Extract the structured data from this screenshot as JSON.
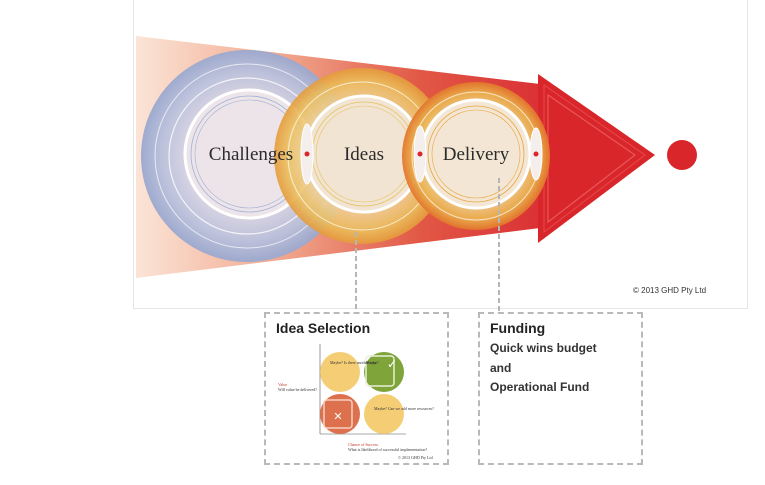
{
  "stages": [
    "Challenges",
    "Ideas",
    "Delivery"
  ],
  "copyright": "© 2013 GHD Pty Ltd",
  "idea_selection": {
    "title": "Idea Selection",
    "quadrants": {
      "top_left": "Maybe? Is there another way",
      "top_right": "Maybe?",
      "bottom_right": "Maybe? Can we add more resources?"
    },
    "value_label": "Value",
    "value_sub": "Will value be delivered?",
    "chance_label": "Chance of Success",
    "chance_sub": "What is likelihood of successful implementation?",
    "footer": "© 2013 GHD Pty Ltd"
  },
  "funding": {
    "title": "Funding",
    "lines": [
      "Quick wins budget",
      "and",
      "Operational Fund"
    ]
  },
  "colors": {
    "arrow": "#d9262a",
    "challenges": "#9aa8cf",
    "ideas": "#e8b64a",
    "delivery": "#e8a23c"
  }
}
